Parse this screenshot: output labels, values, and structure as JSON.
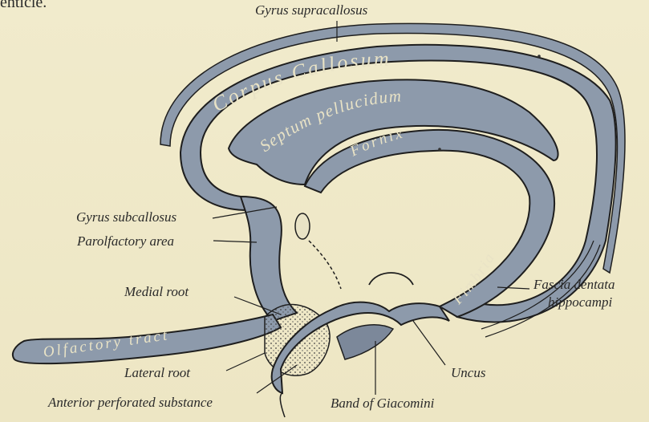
{
  "top_fragment": "enticle.",
  "structures": {
    "corpus_callosum": "Corpus Callosum",
    "septum_pellucidum": "Septum pellucidum",
    "fornix": "Fornix",
    "fimbria": "Fimbria",
    "olfactory_tract": "Olfactory tract"
  },
  "labels": {
    "gyrus_supracallosus": "Gyrus supracallosus",
    "gyrus_subcallosus": "Gyrus subcallosus",
    "parolfactory_area": "Parolfactory area",
    "medial_root": "Medial root",
    "lateral_root": "Lateral root",
    "anterior_perforated_substance": "Anterior perforated substance",
    "band_of_giacomini": "Band of Giacomini",
    "uncus": "Uncus",
    "fascia_dentata_line1": "Fascia dentata",
    "fascia_dentata_line2": "hippocampi"
  },
  "colors": {
    "background": "#efe9c9",
    "tissue": "#8d9aab",
    "tissue_dark": "#7c889a",
    "outline": "#1e1e1e",
    "inner_text": "#ece6c8"
  }
}
